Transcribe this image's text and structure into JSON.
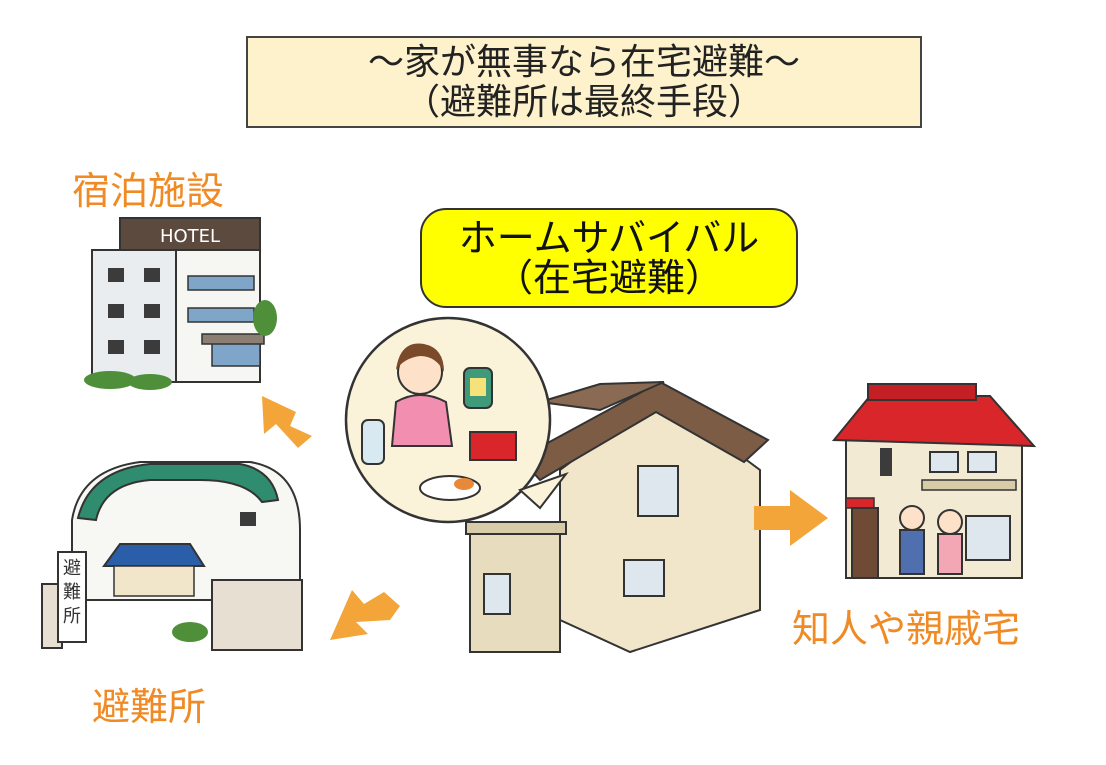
{
  "title": {
    "line1": "〜家が無事なら在宅避難〜",
    "line2": "（避難所は最終手段）"
  },
  "center": {
    "line1": "ホームサバイバル",
    "line2": "（在宅避難）"
  },
  "options": {
    "hotel": {
      "label": "宿泊施設",
      "sign": "HOTEL"
    },
    "relatives": {
      "label": "知人や親戚宅"
    },
    "shelter": {
      "label": "避難所",
      "sign": [
        "避",
        "難",
        "所"
      ]
    }
  },
  "colors": {
    "title_bg": "#fdf2cc",
    "callout_bg": "#ffff00",
    "label": "#f08a24",
    "arrow": "#f4a53a",
    "roof_red": "#d8262b",
    "house_wall": "#f1e6c9",
    "shelter_roof": "#2f8c6e"
  }
}
